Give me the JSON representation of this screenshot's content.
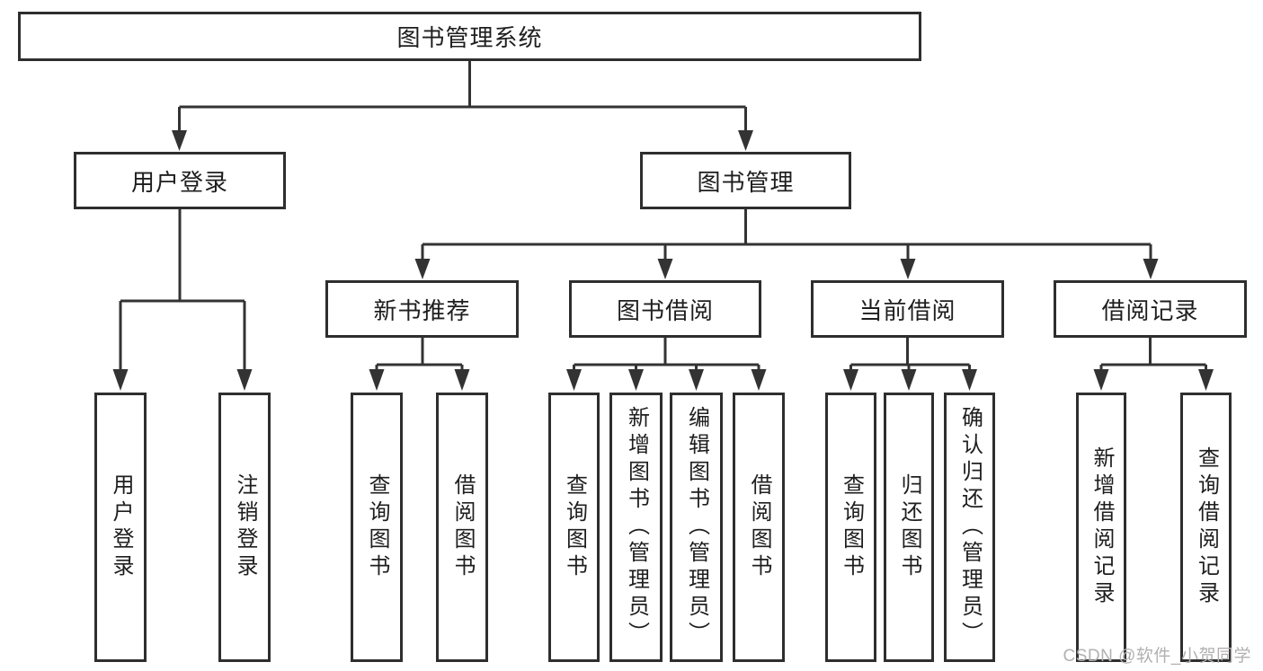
{
  "diagram": {
    "watermark": "CSDN @软件_小贺同学",
    "colors": {
      "line": "#333333",
      "border": "#2e2e2e",
      "box_bg": "#ffffff",
      "text": "#1e1e1e",
      "watermark": "#b2b0b0"
    },
    "tree": {
      "root": {
        "label": "图书管理系统"
      },
      "branches": [
        {
          "label": "用户登录",
          "leaves": [
            {
              "label": "用户登录"
            },
            {
              "label": "注销登录"
            }
          ]
        },
        {
          "label": "图书管理",
          "children": [
            {
              "label": "新书推荐",
              "leaves": [
                {
                  "label": "查询图书"
                },
                {
                  "label": "借阅图书"
                }
              ]
            },
            {
              "label": "图书借阅",
              "leaves": [
                {
                  "label": "查询图书"
                },
                {
                  "label": "新增图书（管理员）"
                },
                {
                  "label": "编辑图书（管理员）"
                },
                {
                  "label": "借阅图书"
                }
              ]
            },
            {
              "label": "当前借阅",
              "leaves": [
                {
                  "label": "查询图书"
                },
                {
                  "label": "归还图书"
                },
                {
                  "label": "确认归还（管理员）"
                }
              ]
            },
            {
              "label": "借阅记录",
              "leaves": [
                {
                  "label": "新增借阅记录"
                },
                {
                  "label": "查询借阅记录"
                }
              ]
            }
          ]
        }
      ]
    }
  }
}
